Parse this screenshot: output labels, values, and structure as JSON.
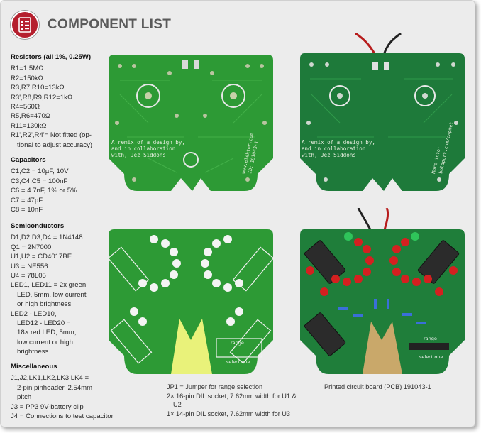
{
  "header": {
    "title": "COMPONENT LIST",
    "logo_icon": "checklist-icon",
    "accent": "#b5202e"
  },
  "resistors": {
    "title": "Resistors (all 1%, 0.25W)",
    "items": [
      "R1=1.5MΩ",
      "R2=150kΩ",
      "R3,R7,R10=13kΩ",
      "R3',R8,R9,R12=1kΩ",
      "R4=560Ω",
      "R5,R6=470Ω",
      "R11=130kΩ",
      "R1',R2',R4'= Not fitted (op-",
      "tional to adjust accuracy)"
    ]
  },
  "capacitors": {
    "title": "Capacitors",
    "items": [
      "C1,C2 = 10µF, 10V",
      "C3,C4,C5 = 100nF",
      "C6 = 4.7nF, 1% or 5%",
      "C7 = 47pF",
      "C8 = 10nF"
    ]
  },
  "semiconductors": {
    "title": "Semiconductors",
    "items": [
      "D1,D2,D3,D4 = 1N4148",
      "Q1 = 2N7000",
      "U1,U2 = CD4017BE",
      "U3 = NE556",
      "U4 = 78L05",
      "LED1, LED11 = 2x green",
      "LED, 5mm, low current",
      "or high brightness",
      "LED2 - LED10,",
      "LED12 - LED20 =",
      "18× red LED, 5mm,",
      "low current or high",
      "brightness"
    ]
  },
  "misc": {
    "title": "Miscellaneous",
    "items": [
      "J1,J2,LK1,LK2,LK3,LK4 =",
      "2-pin pinheader, 2.54mm",
      "pitch",
      "J3 = PP3 9V-battery clip",
      "J4 = Connections to test capacitor"
    ]
  },
  "misc2": {
    "items": [
      "JP1 = Jumper for range selection",
      "2× 16-pin DIL socket, 7.62mm width for U1 &",
      "U2",
      "1× 14-pin DIL socket, 7.62mm width for U3"
    ]
  },
  "pcb_caption": "Printed circuit board (PCB) 191043-1",
  "pcb_text": {
    "remix": [
      "A remix of a design by,",
      "and in collaboration",
      "with, Jez Siddons"
    ],
    "elektor": "www.elektor.com",
    "elektor_id": "ID: 191043-1",
    "moreinfo": "More info:",
    "boldport": "boldport.com/capmet",
    "range": "range",
    "select": "select one"
  },
  "colors": {
    "pcb_green": "#2d9a35",
    "pcb_dark": "#1e7a3a",
    "silk_yellow": "#e9f27a",
    "led_red": "#d42020",
    "led_green": "#2fc45a"
  }
}
